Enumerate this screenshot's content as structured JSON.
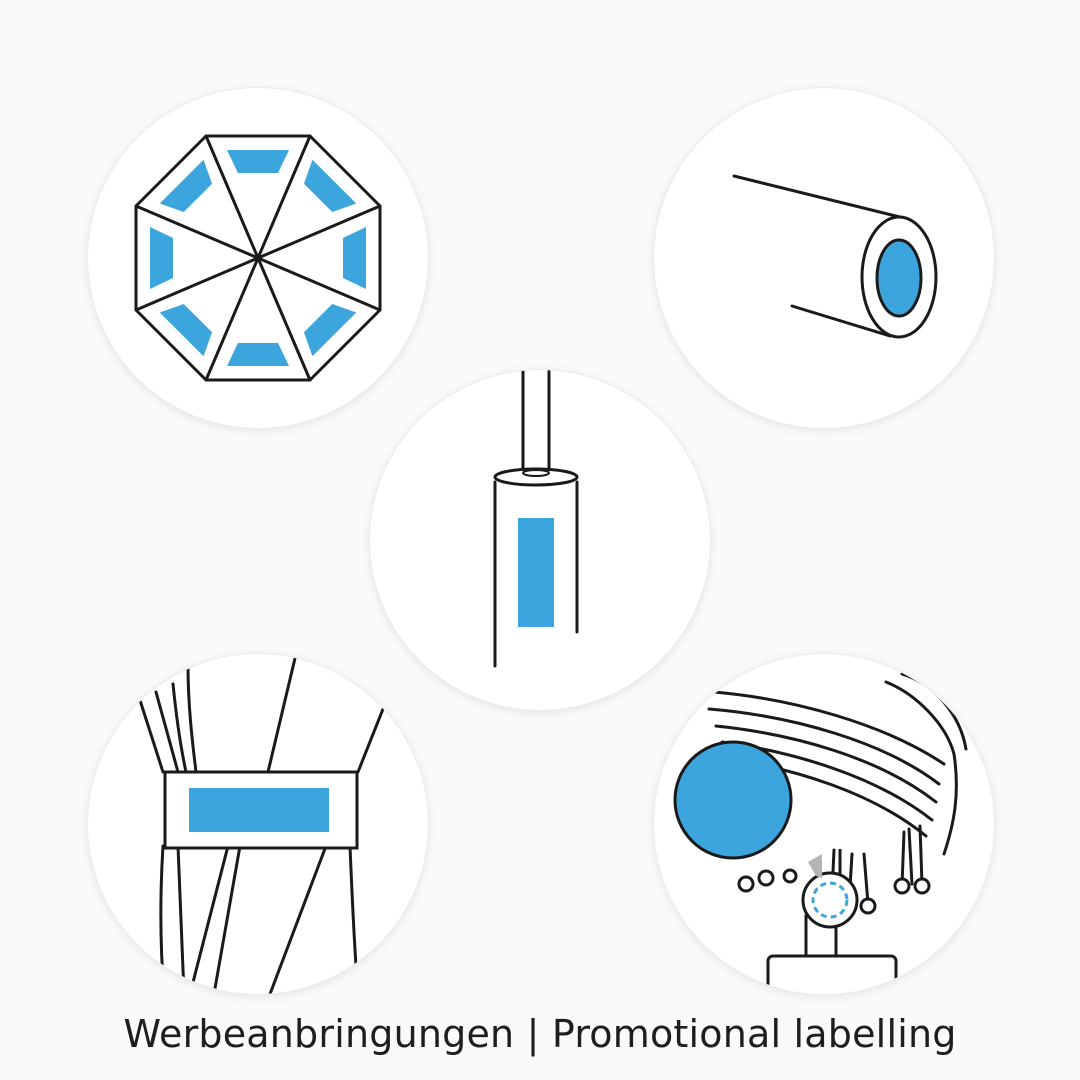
{
  "caption": "Werbeanbringungen | Promotional labelling",
  "colors": {
    "accent": "#3da5dd",
    "stroke": "#1a1a1a",
    "background": "#fafafa"
  },
  "panels": [
    {
      "id": "canopy-panels",
      "icon": "umbrella-canopy-top-view-icon"
    },
    {
      "id": "handle-end",
      "icon": "handle-end-cap-icon"
    },
    {
      "id": "shaft",
      "icon": "shaft-label-icon"
    },
    {
      "id": "closing-strap",
      "icon": "closing-strap-label-icon"
    },
    {
      "id": "closing-button",
      "icon": "closing-button-label-icon"
    }
  ]
}
